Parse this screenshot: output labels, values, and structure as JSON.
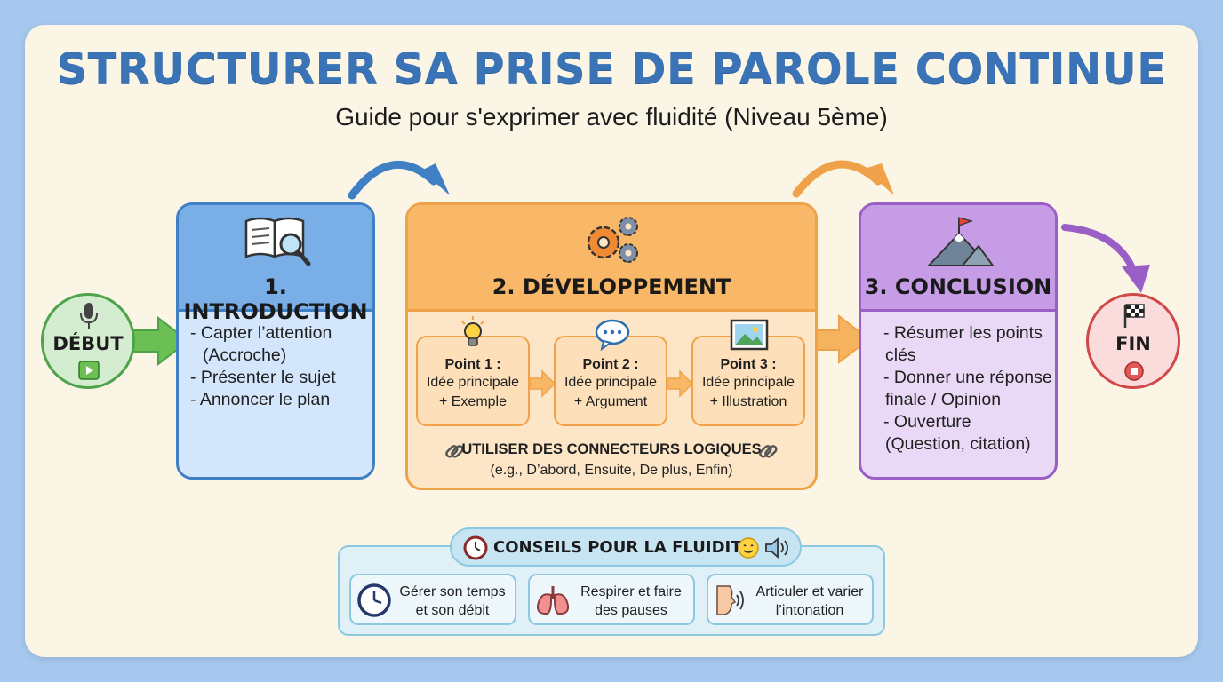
{
  "title": "STRUCTURER SA PRISE DE PAROLE CONTINUE",
  "subtitle": "Guide pour s'exprimer avec fluidité (Niveau 5ème)",
  "start": {
    "label": "DÉBUT"
  },
  "end": {
    "label": "FIN"
  },
  "introduction": {
    "title": "1. INTRODUCTION",
    "items": [
      "- Capter l’attention",
      "(Accroche)",
      "- Présenter le sujet",
      "- Annoncer le plan"
    ]
  },
  "development": {
    "title": "2. DÉVELOPPEMENT",
    "points": [
      {
        "title": "Point 1 :",
        "line1": "Idée principale",
        "line2": "+ Exemple"
      },
      {
        "title": "Point 2 :",
        "line1": "Idée principale",
        "line2": "+ Argument"
      },
      {
        "title": "Point 3 :",
        "line1": "Idée principale",
        "line2": "+ Illustration"
      }
    ],
    "connectors_title": "UTILISER DES CONNECTEURS LOGIQUES",
    "connectors_examples": "(e.g., D’abord, Ensuite, De plus, Enfin)"
  },
  "conclusion": {
    "title": "3. CONCLUSION",
    "items": [
      "- Résumer les points",
      "clés",
      "- Donner une réponse",
      "finale / Opinion",
      "- Ouverture",
      "(Question, citation)"
    ]
  },
  "tips": {
    "title": "CONSEILS POUR LA FLUIDITÉ",
    "items": [
      {
        "line1": "Gérer son temps",
        "line2": "et son débit",
        "icon": "clock-icon"
      },
      {
        "line1": "Respirer et faire",
        "line2": "des pauses",
        "icon": "lungs-icon"
      },
      {
        "line1": "Articuler et varier",
        "line2": "l’intonation",
        "icon": "speaking-face-icon"
      }
    ]
  },
  "colors": {
    "introduction": "#3f7fc4",
    "development": "#f0a24a",
    "conclusion": "#9a5fc6",
    "start": "#4ea24a",
    "end": "#d04848",
    "title": "#3a74b6"
  }
}
